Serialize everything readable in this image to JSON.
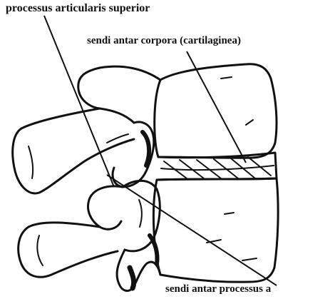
{
  "labels": {
    "processus_articularis_superior": "processus articularis superior",
    "sendi_antar_corpora": "sendi antar corpora (cartilaginea)",
    "sendi_antar_processus": "sendi antar processus a"
  }
}
